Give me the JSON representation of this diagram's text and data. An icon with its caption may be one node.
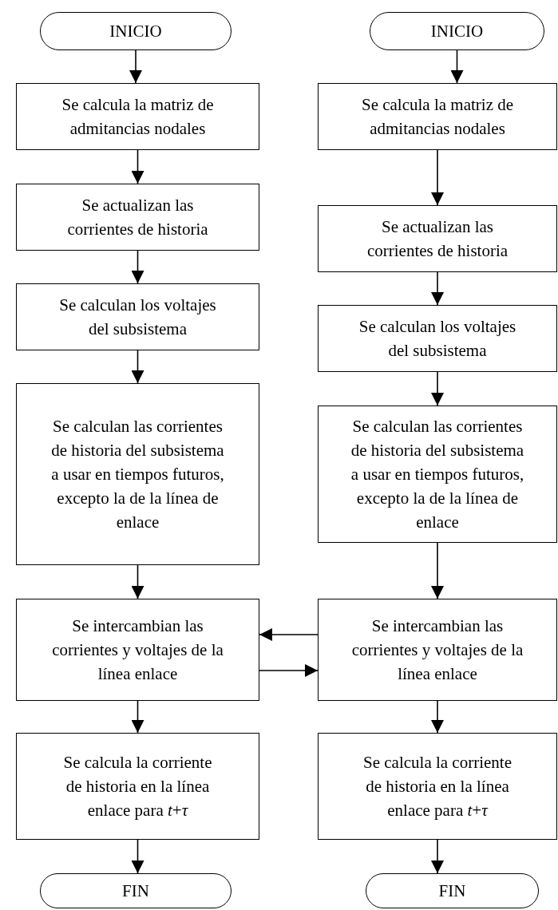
{
  "diagram": {
    "nodes": [
      {
        "text": [
          "INICIO"
        ]
      },
      {
        "text": [
          "Se calcula la matriz de admitancias nodales"
        ]
      },
      {
        "text": [
          "Se actualizan las corrientes de historia"
        ]
      },
      {
        "text": [
          "Se calculan los voltajes del subsistema"
        ]
      },
      {
        "text": [
          "Se calculan las corrientes de historia del subsistema a usar en tiempos futuros, excepto la de la línea de enlace"
        ]
      },
      {
        "text": [
          "Se intercambian las corrientes y voltajes de la línea enlace"
        ]
      },
      {
        "text": [
          "Se calcula la corriente de historia en la línea enlace para *t*+*τ*"
        ]
      },
      {
        "text": [
          "FIN"
        ]
      },
      {
        "text": [
          "INICIO"
        ]
      },
      {
        "text": [
          "Se calcula la matriz de admitancias nodales"
        ]
      },
      {
        "text": [
          "Se actualizan las corrientes de historia"
        ]
      },
      {
        "text": [
          "Se calculan los voltajes del subsistema"
        ]
      },
      {
        "text": [
          "Se calculan las corrientes de historia del subsistema a usar en tiempos futuros, excepto la de la línea de enlace"
        ]
      },
      {
        "text": [
          "Se intercambian las corrientes y voltajes de la línea enlace"
        ]
      },
      {
        "text": [
          "Se calcula la corriente de historia en la línea enlace para *t*+*τ*"
        ]
      },
      {
        "text": [
          "FIN"
        ]
      }
    ],
    "edges": [
      {
        "from": 0,
        "to": 1,
        "arrow": "to"
      },
      {
        "from": 1,
        "to": 2,
        "arrow": "to"
      },
      {
        "from": 2,
        "to": 3,
        "arrow": "to"
      },
      {
        "from": 3,
        "to": 4,
        "arrow": "to"
      },
      {
        "from": 4,
        "to": 5,
        "arrow": "to"
      },
      {
        "from": 5,
        "to": 6,
        "arrow": "to"
      },
      {
        "from": 6,
        "to": 7,
        "arrow": "to"
      },
      {
        "from": 8,
        "to": 9,
        "arrow": "to"
      },
      {
        "from": 9,
        "to": 10,
        "arrow": "to"
      },
      {
        "from": 10,
        "to": 11,
        "arrow": "to"
      },
      {
        "from": 11,
        "to": 12,
        "arrow": "to"
      },
      {
        "from": 12,
        "to": 13,
        "arrow": "to"
      },
      {
        "from": 13,
        "to": 14,
        "arrow": "to"
      },
      {
        "from": 14,
        "to": 15,
        "arrow": "to"
      },
      {
        "from": 13,
        "to": 5,
        "arrow": "to"
      },
      {
        "from": 5,
        "to": 13,
        "arrow": "to"
      }
    ]
  }
}
